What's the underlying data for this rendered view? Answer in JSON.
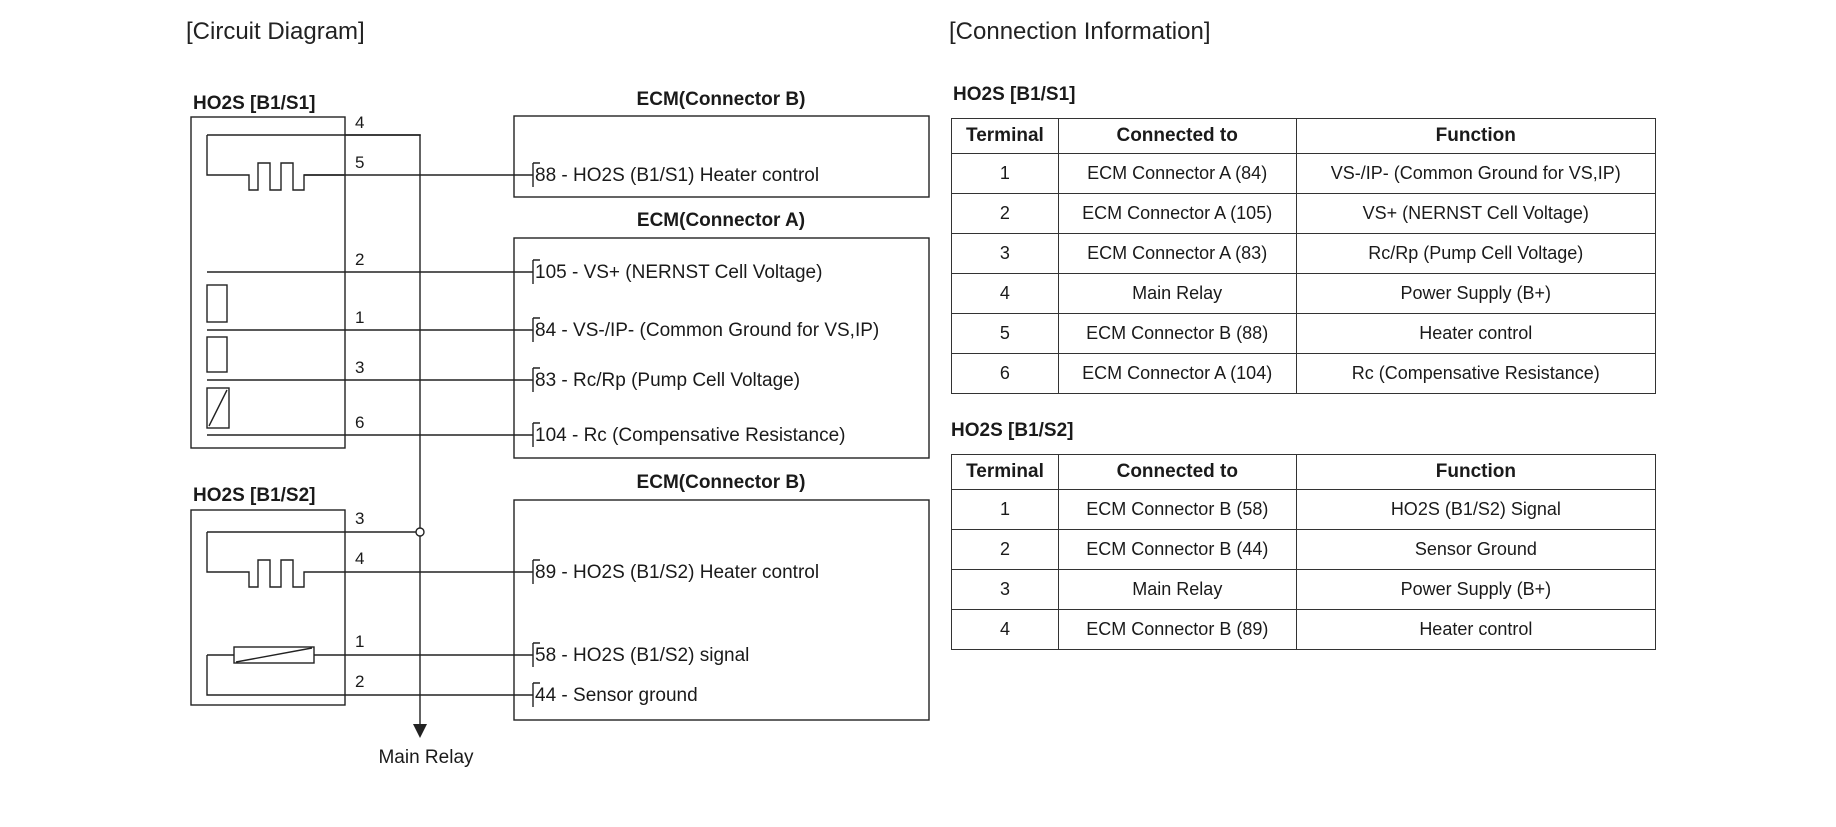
{
  "circuit": {
    "title": "[Circuit Diagram]",
    "sensor1": {
      "title": "HO2S [B1/S1]",
      "pins": [
        "4",
        "5",
        "2",
        "1",
        "3",
        "6"
      ]
    },
    "sensor2": {
      "title": "HO2S [B1/S2]",
      "pins": [
        "3",
        "4",
        "1",
        "2"
      ]
    },
    "ecm_b_top": {
      "title": "ECM(Connector B)",
      "lines": [
        "88 - HO2S (B1/S1) Heater control"
      ]
    },
    "ecm_a": {
      "title": "ECM(Connector A)",
      "lines": [
        "105 - VS+ (NERNST Cell Voltage)",
        "84 - VS-/IP- (Common Ground for VS,IP)",
        "83 - Rc/Rp (Pump Cell Voltage)",
        "104 - Rc (Compensative Resistance)"
      ]
    },
    "ecm_b_bottom": {
      "title": "ECM(Connector B)",
      "lines": [
        "89 - HO2S (B1/S2) Heater control",
        "58 - HO2S (B1/S2) signal",
        "44 - Sensor ground"
      ]
    },
    "main_relay_label": "Main Relay"
  },
  "connection": {
    "title": "[Connection Information]",
    "headers": [
      "Terminal",
      "Connected to",
      "Function"
    ],
    "table1": {
      "title": "HO2S [B1/S1]",
      "rows": [
        [
          "1",
          "ECM Connector A (84)",
          "VS-/IP- (Common Ground for VS,IP)"
        ],
        [
          "2",
          "ECM Connector A (105)",
          "VS+ (NERNST Cell Voltage)"
        ],
        [
          "3",
          "ECM Connector A (83)",
          "Rc/Rp (Pump Cell Voltage)"
        ],
        [
          "4",
          "Main Relay",
          "Power Supply (B+)"
        ],
        [
          "5",
          "ECM Connector B (88)",
          "Heater control"
        ],
        [
          "6",
          "ECM Connector A (104)",
          "Rc (Compensative Resistance)"
        ]
      ]
    },
    "table2": {
      "title": "HO2S [B1/S2]",
      "rows": [
        [
          "1",
          "ECM Connector B (58)",
          "HO2S (B1/S2) Signal"
        ],
        [
          "2",
          "ECM Connector B (44)",
          "Sensor Ground"
        ],
        [
          "3",
          "Main Relay",
          "Power Supply (B+)"
        ],
        [
          "4",
          "ECM Connector B (89)",
          "Heater control"
        ]
      ]
    }
  }
}
